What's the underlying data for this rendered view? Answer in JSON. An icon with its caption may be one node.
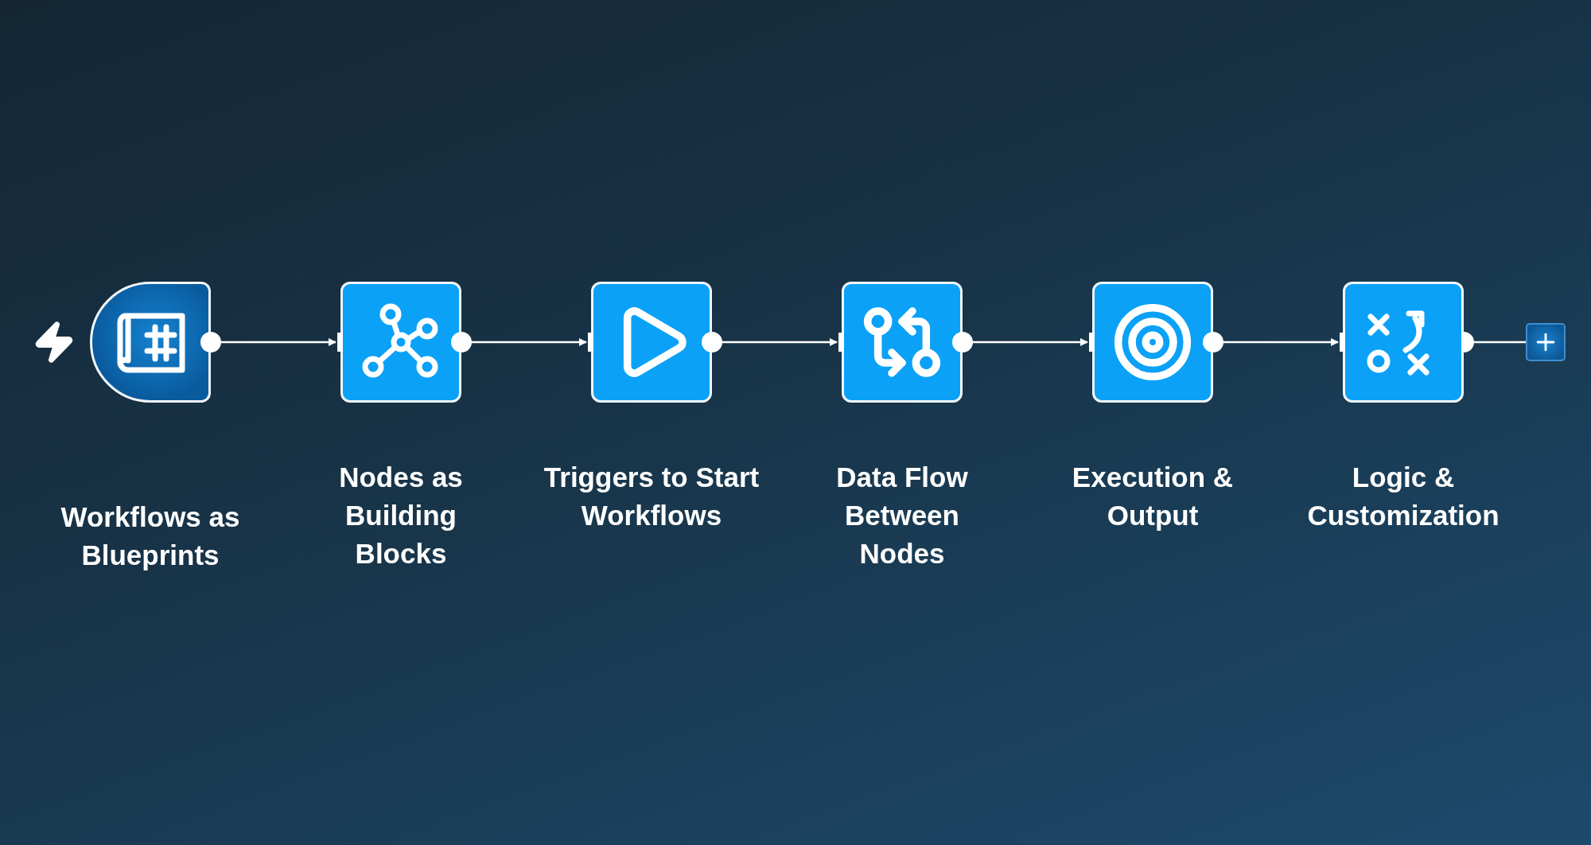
{
  "diagram": {
    "nodes": [
      {
        "text": [
          "Workflows as Blueprints"
        ]
      },
      {
        "text": [
          "Nodes as Building Blocks"
        ]
      },
      {
        "text": [
          "Triggers to Start Workflows"
        ]
      },
      {
        "text": [
          "Data Flow Between Nodes"
        ]
      },
      {
        "text": [
          "Execution & Output"
        ]
      },
      {
        "text": [
          "Logic & Customization"
        ]
      },
      {
        "text": [],
        "shape": "box"
      }
    ],
    "edges": [
      {
        "from": 0,
        "to": 1,
        "arrow": "to"
      },
      {
        "from": 1,
        "to": 2,
        "arrow": "to"
      },
      {
        "from": 2,
        "to": 3,
        "arrow": "to"
      },
      {
        "from": 3,
        "to": 4,
        "arrow": "to"
      },
      {
        "from": 4,
        "to": 5,
        "arrow": "to"
      },
      {
        "from": 5,
        "to": 6,
        "arrow": "other"
      }
    ]
  }
}
